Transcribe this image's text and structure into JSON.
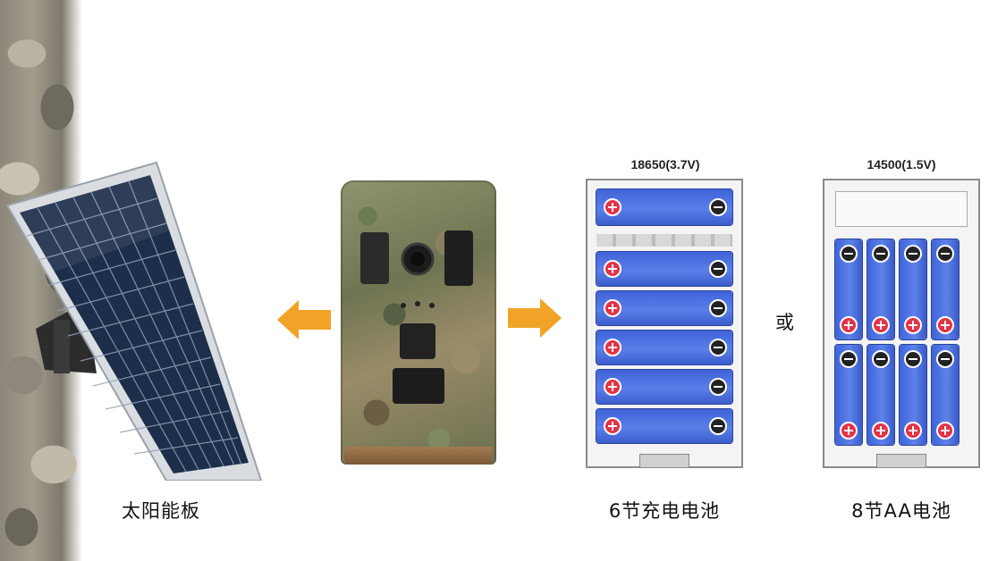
{
  "labels": {
    "solar": "太阳能板",
    "six_cells": "6节充电电池",
    "or": "或",
    "aa_cells": "8节AA电池"
  },
  "battery_box_left": {
    "model": "18650(3.7V)"
  },
  "battery_box_right": {
    "model": "14500(1.5V)"
  },
  "colors": {
    "arrow": "#f0a326",
    "cell_blue": "#4a6fe0",
    "plus_red": "#e43346"
  },
  "icons": {
    "left_arrow": "arrow-left-icon",
    "right_arrow": "arrow-right-icon"
  }
}
